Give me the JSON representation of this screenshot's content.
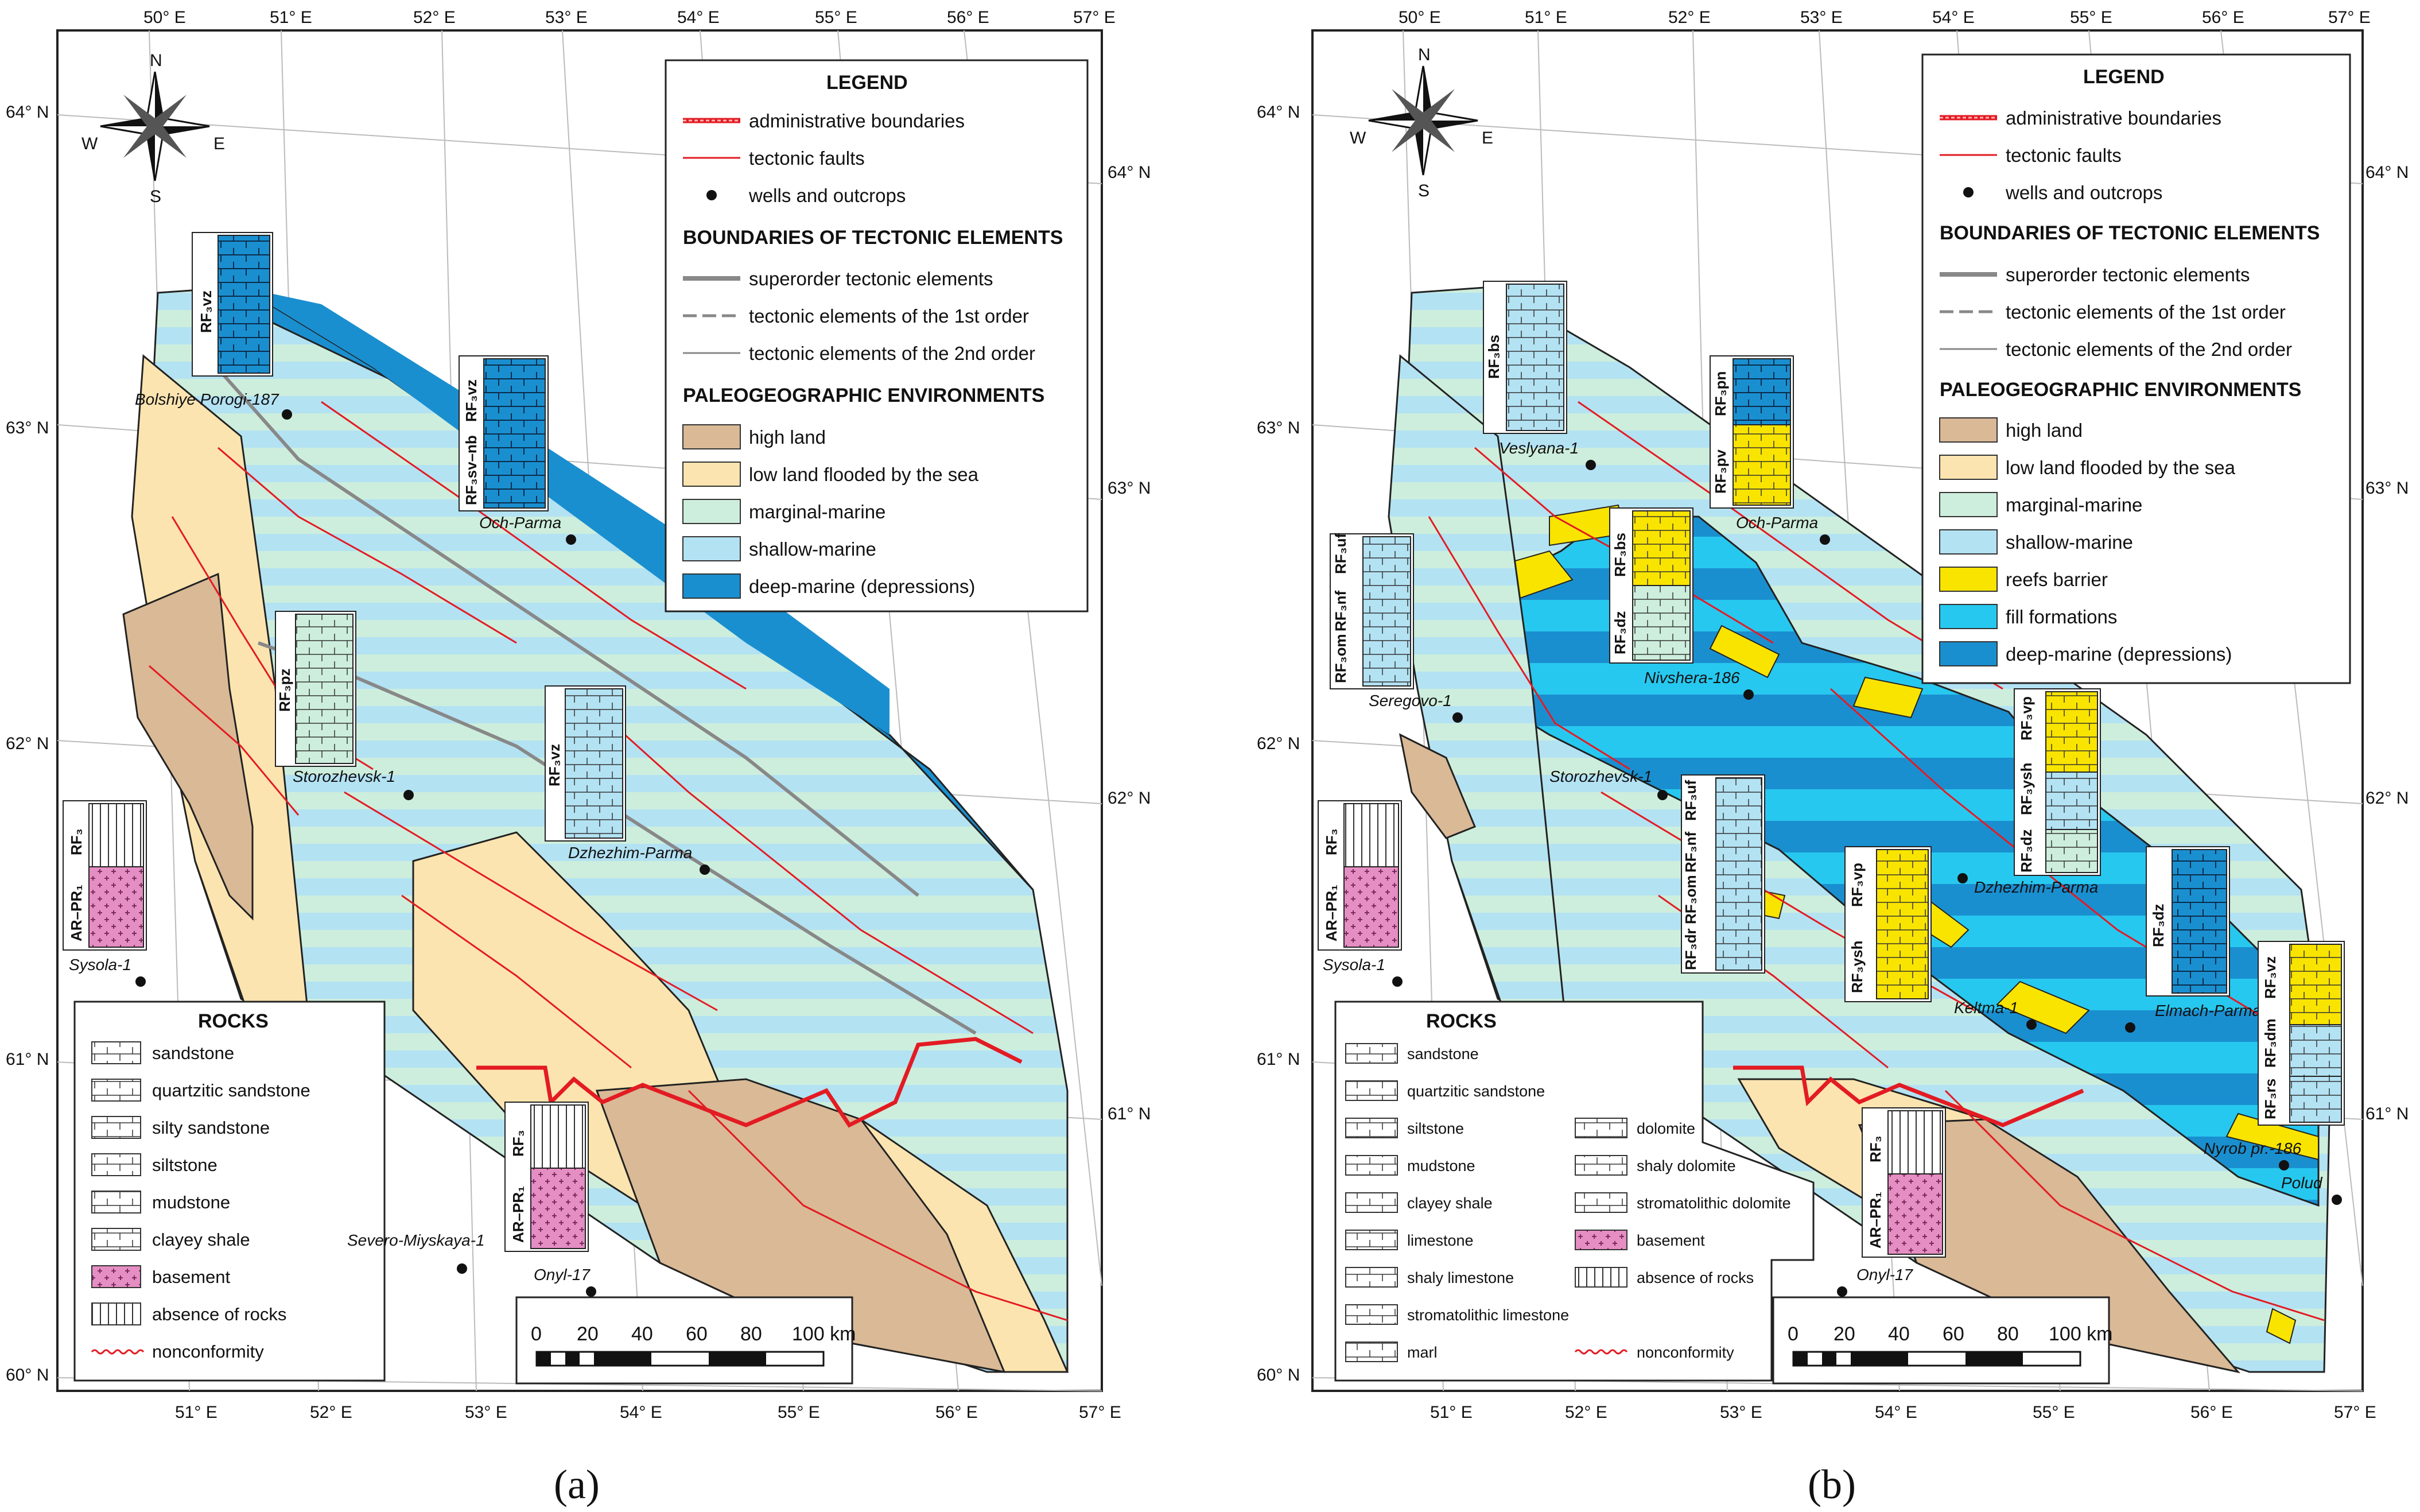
{
  "panel_a": {
    "caption": "(a)",
    "legend": {
      "title": "LEGEND",
      "items": [
        "administrative boundaries",
        "tectonic faults",
        "wells and outcrops"
      ],
      "boundaries_title": "BOUNDARIES OF TECTONIC ELEMENTS",
      "boundaries": [
        "superorder tectonic elements",
        "tectonic elements of the 1st order",
        "tectonic elements of the 2nd order"
      ],
      "env_title": "PALEOGEOGRAPHIC ENVIRONMENTS",
      "environments": [
        {
          "label": "high land",
          "color": "#d9b996"
        },
        {
          "label": "low land flooded by the sea",
          "color": "#fbe4b0"
        },
        {
          "label": "marginal-marine",
          "color": "#cdeedc"
        },
        {
          "label": "shallow-marine",
          "color": "#b3e2f3"
        },
        {
          "label": "deep-marine (depressions)",
          "color": "#1a8fd0"
        }
      ]
    },
    "rocks": {
      "title": "ROCKS",
      "items": [
        "sandstone",
        "quartzitic sandstone",
        "silty sandstone",
        "siltstone",
        "mudstone",
        "clayey shale",
        "basement",
        "absence of rocks",
        "nonconformity"
      ]
    },
    "wells": [
      "Bolshiye Porogi-187",
      "Och-Parma",
      "Storozhevsk-1",
      "Dzhezhim-Parma",
      "Sysola-1",
      "Severo-Miyskaya-1",
      "Onyl-17"
    ],
    "columns": {
      "bolshiye": [
        "RF₃vz"
      ],
      "ochparma": [
        "RF₃vz",
        "RF₃sv–nb"
      ],
      "storozhevsk": [
        "RF₃pz"
      ],
      "dzhezhim": [
        "RF₃vz"
      ],
      "sysola": [
        "RF₃",
        "AR–PR₁"
      ],
      "onyl": [
        "RF₃",
        "AR–PR₁"
      ]
    }
  },
  "panel_b": {
    "caption": "(b)",
    "legend": {
      "title": "LEGEND",
      "items": [
        "administrative boundaries",
        "tectonic faults",
        "wells and outcrops"
      ],
      "boundaries_title": "BOUNDARIES OF TECTONIC ELEMENTS",
      "boundaries": [
        "superorder tectonic elements",
        "tectonic elements of the 1st order",
        "tectonic elements of the 2nd order"
      ],
      "env_title": "PALEOGEOGRAPHIC ENVIRONMENTS",
      "environments": [
        {
          "label": "high land",
          "color": "#d9b996"
        },
        {
          "label": "low land flooded by the sea",
          "color": "#fbe4b0"
        },
        {
          "label": "marginal-marine",
          "color": "#cdeedc"
        },
        {
          "label": "shallow-marine",
          "color": "#b3e2f3"
        },
        {
          "label": "reefs barrier",
          "color": "#f9e400"
        },
        {
          "label": "fill formations",
          "color": "#27c8ef"
        },
        {
          "label": "deep-marine (depressions)",
          "color": "#1a8fd0"
        }
      ]
    },
    "rocks": {
      "title": "ROCKS",
      "left": [
        "sandstone",
        "quartzitic sandstone",
        "siltstone",
        "mudstone",
        "clayey shale",
        "limestone",
        "shaly limestone",
        "stromatolithic limestone",
        "marl"
      ],
      "right": [
        "dolomite",
        "shaly dolomite",
        "stromatolithic dolomite",
        "basement",
        "absence of rocks",
        "nonconformity"
      ]
    },
    "wells": [
      "Veslyana-1",
      "Och-Parma",
      "Seregovo-1",
      "Nivshera-186",
      "Storozhevsk-1",
      "Dzhezhim-Parma",
      "Keltma-1",
      "Elmach-Parma",
      "Nyrob pr.-186",
      "Polud",
      "Sysola-1",
      "Onyl-17"
    ],
    "columns": {
      "veslyana": [
        "RF₃bs"
      ],
      "ochparma": [
        "RF₃pn",
        "RF₃pv"
      ],
      "seregovo": [
        "RF₃uf",
        "RF₃nf",
        "RF₃om"
      ],
      "nivshera": [
        "RF₃bs",
        "RF₃dz"
      ],
      "storozh": [
        "RF₃uf",
        "RF₃nf",
        "RF₃om",
        "RF₃dr"
      ],
      "dzhezhim": [
        "RF₃vp",
        "RF₃ysh",
        "RF₃dz"
      ],
      "keltma": [
        "RF₃vp",
        "RF₃ysh"
      ],
      "elmach": [
        "RF₃dz"
      ],
      "nyrob": [
        "RF₃vz",
        "RF₃dm",
        "RF₃rs"
      ],
      "sysola": [
        "RF₃",
        "AR–PR₁"
      ],
      "onyl": [
        "RF₃",
        "AR–PR₁"
      ]
    }
  },
  "axes": {
    "top_lon": [
      "50° E",
      "51° E",
      "52° E",
      "53° E",
      "54° E",
      "55° E",
      "56° E",
      "57° E"
    ],
    "bottom_lon": [
      "51° E",
      "52° E",
      "53° E",
      "54° E",
      "55° E",
      "56° E",
      "57° E"
    ],
    "left_lat": [
      "64° N",
      "63° N",
      "62° N",
      "61° N",
      "60° N"
    ],
    "right_lat": [
      "64° N",
      "63° N",
      "62° N",
      "61° N"
    ]
  },
  "compass": {
    "n": "N",
    "s": "S",
    "e": "E",
    "w": "W"
  },
  "scale": {
    "labels": [
      "0",
      "20",
      "40",
      "60",
      "80",
      "100 km"
    ]
  }
}
